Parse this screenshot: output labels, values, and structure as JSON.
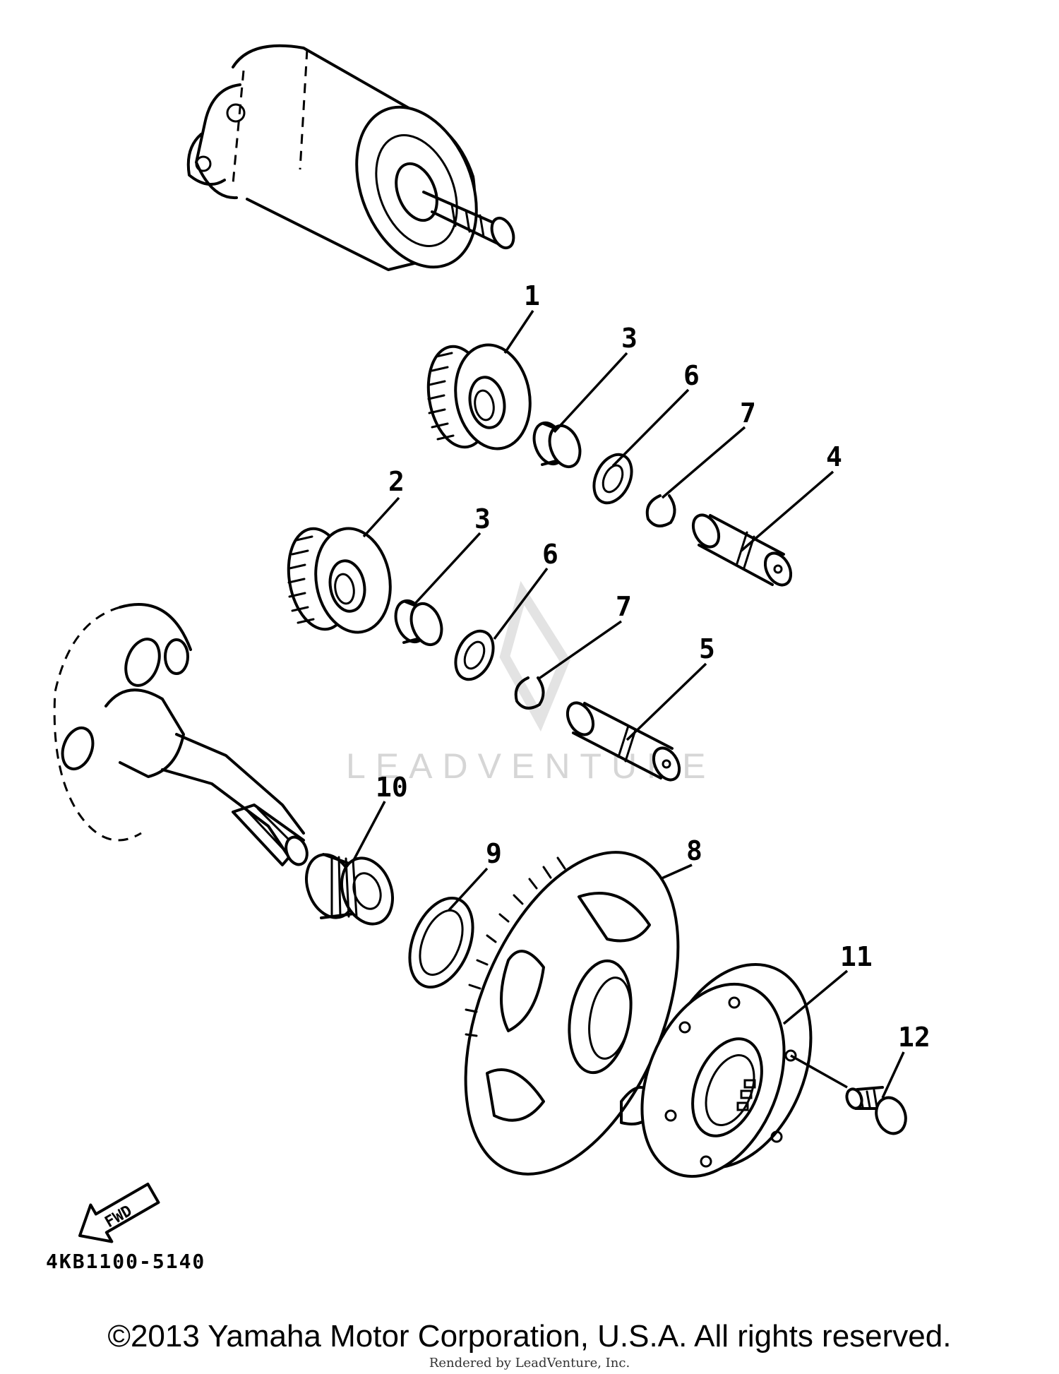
{
  "callouts": [
    "1",
    "2",
    "3",
    "3",
    "4",
    "5",
    "6",
    "6",
    "7",
    "7",
    "8",
    "9",
    "10",
    "11",
    "12"
  ],
  "fwd_label": "FWD",
  "diagram_code": "4KB1100-5140",
  "watermark": "LEADVENTURE",
  "copyright": "©2013 Yamaha Motor Corporation, U.S.A. All rights reserved.",
  "rendered_by": "Rendered by LeadVenture, Inc."
}
